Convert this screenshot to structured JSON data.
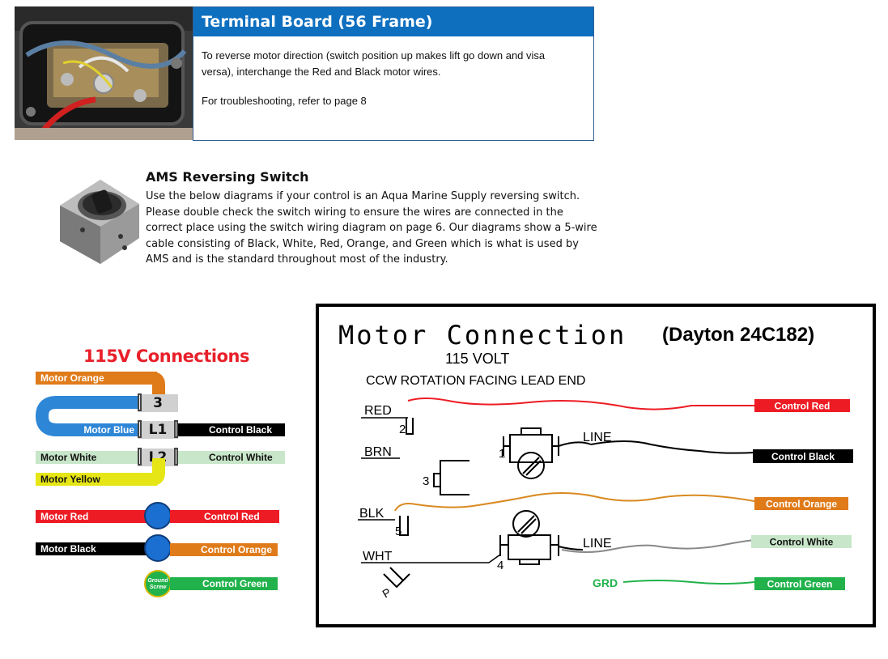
{
  "terminal_board": {
    "title": "Terminal Board (56 Frame)",
    "paragraph1": "To reverse motor direction (switch position up makes lift go down and visa versa), interchange the Red and Black motor wires.",
    "paragraph2": "For troubleshooting, refer to page 8"
  },
  "ams": {
    "title": "AMS Reversing Switch",
    "body": "Use the below diagrams if your control is an Aqua Marine Supply reversing switch. Please double check the switch wiring to ensure the wires are connected in the correct place using the switch wiring diagram on page 6.  Our diagrams show a 5-wire cable consisting of Black, White, Red, Orange, and Green which is what is used by AMS and is the standard throughout  most of the industry."
  },
  "connections": {
    "title": "115V Connections",
    "terminals": {
      "t3": "3",
      "l1": "L1",
      "l2": "L2"
    },
    "motor_labels": {
      "orange": "Motor Orange",
      "blue": "Motor Blue",
      "white": "Motor White",
      "yellow": "Motor Yellow",
      "red": "Motor Red",
      "black": "Motor Black"
    },
    "control_labels": {
      "black": "Control Black",
      "white": "Control White",
      "red": "Control Red",
      "orange": "Control Orange",
      "green": "Control Green"
    },
    "ground_label": "Ground Screw",
    "colors": {
      "orange": "#e07b1a",
      "blue": "#2e86d6",
      "white": "#c8e6c9",
      "yellow": "#e6e617",
      "red": "#ed1c24",
      "black": "#000000",
      "green": "#22b24c",
      "terminal_blue": "#1b6fd0"
    }
  },
  "motor_connection": {
    "title": "Motor Connection",
    "model": "(Dayton 24C182)",
    "voltage": "115 VOLT",
    "rotation": "CCW ROTATION FACING LEAD END",
    "leads": {
      "red": "RED",
      "brn": "BRN",
      "blk": "BLK",
      "wht": "WHT",
      "grd": "GRD"
    },
    "terminal_numbers": {
      "n1": "1",
      "n2": "2",
      "n3": "3",
      "n4": "4",
      "n5": "5",
      "p": "P"
    },
    "line_labels": {
      "line1": "LINE",
      "line2": "LINE"
    },
    "control_tags": {
      "red": "Control Red",
      "black": "Control Black",
      "orange": "Control Orange",
      "white": "Control White",
      "green": "Control Green"
    }
  }
}
